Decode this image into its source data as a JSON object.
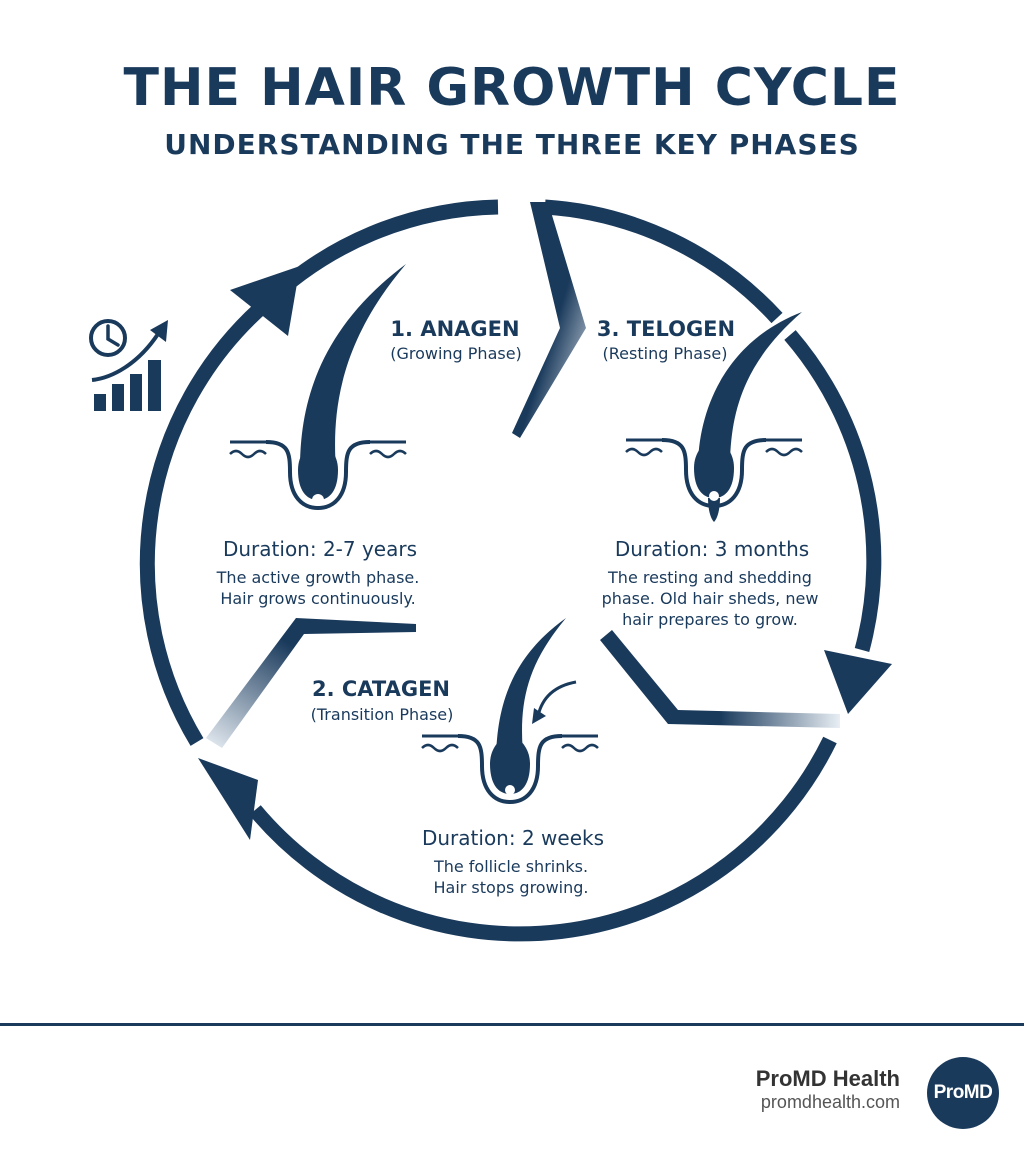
{
  "header": {
    "title": "THE HAIR GROWTH CYCLE",
    "subtitle": "UNDERSTANDING THE THREE KEY PHASES"
  },
  "phases": [
    {
      "title": "1. ANAGEN",
      "subtitle": "(Growing Phase)",
      "duration": "Duration: 2-7 years",
      "desc_line1": "The active growth phase.",
      "desc_line2": "Hair grows continuously."
    },
    {
      "title": "2. CATAGEN",
      "subtitle": "(Transition Phase)",
      "duration": "Duration: 2 weeks",
      "desc_line1": "The follicle shrinks.",
      "desc_line2": "Hair stops growing."
    },
    {
      "title": "3. TELOGEN",
      "subtitle": "(Resting Phase)",
      "duration": "Duration: 3 months",
      "desc_line1": "The resting and shedding",
      "desc_line2": "phase. Old hair sheds, new",
      "desc_line3": "hair prepares to grow."
    }
  ],
  "icons": {
    "growth": "clock-growth-chart-icon",
    "follicle": "hair-follicle-icon"
  },
  "colors": {
    "primary": "#1a3a5c",
    "background": "#ffffff"
  },
  "footer": {
    "brand": "ProMD Health",
    "url": "promdhealth.com",
    "logo_text": "ProMD"
  }
}
